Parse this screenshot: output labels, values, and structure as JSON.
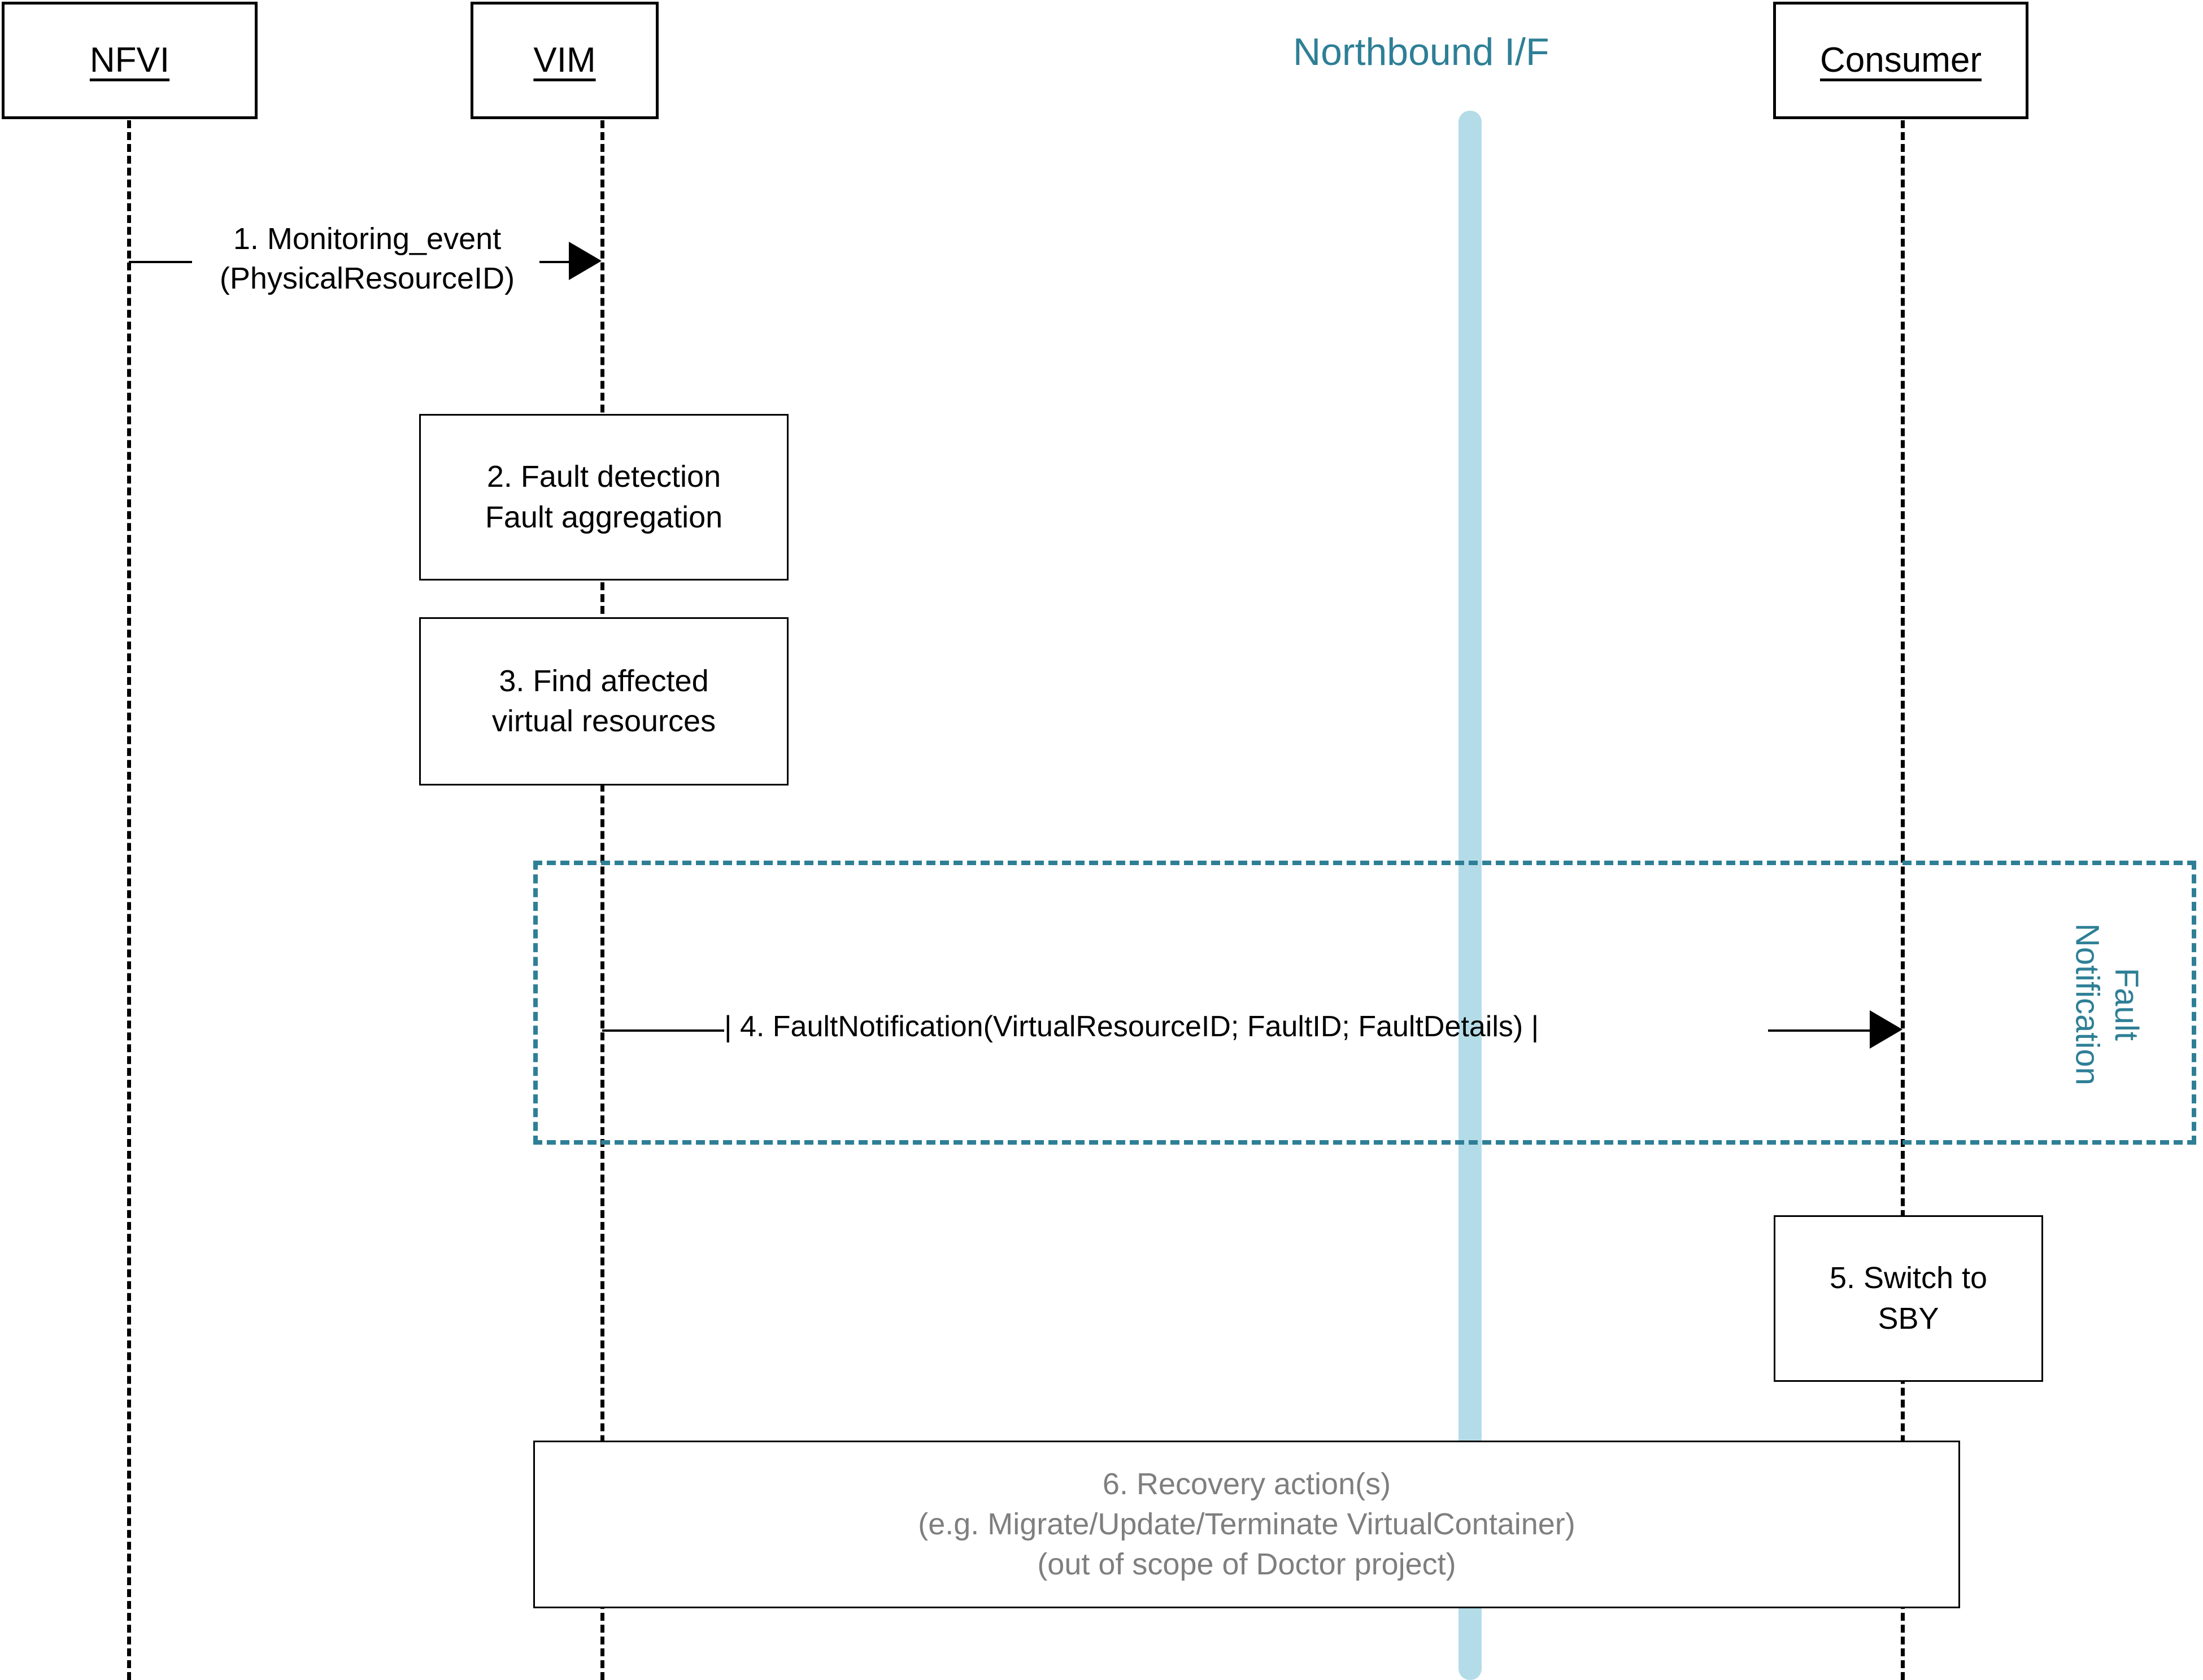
{
  "diagram": {
    "title": "Doctor fault management sequence",
    "colors": {
      "teal": "#2e7f96",
      "light_blue": "#b4dce8",
      "black": "#000000",
      "muted_gray": "#7f7f7f"
    }
  },
  "participants": [
    {
      "id": "nfvi",
      "label": "NFVI"
    },
    {
      "id": "vim",
      "label": "VIM"
    },
    {
      "id": "consumer",
      "label": "Consumer"
    }
  ],
  "interface": {
    "title": "Northbound I/F"
  },
  "messages": [
    {
      "id": "msg1",
      "number": "1.",
      "line1": "1. Monitoring_event",
      "line2": "(PhysicalResourceID)",
      "from": "nfvi",
      "to": "vim"
    },
    {
      "id": "msg4",
      "number": "4.",
      "text": "| 4. FaultNotification(VirtualResourceID; FaultID; FaultDetails) |",
      "from": "vim",
      "to": "consumer"
    }
  ],
  "actions": [
    {
      "id": "action2",
      "on": "vim",
      "lines": [
        "2. Fault detection",
        "Fault aggregation"
      ]
    },
    {
      "id": "action3",
      "on": "vim",
      "lines": [
        "3. Find affected",
        "virtual resources"
      ]
    },
    {
      "id": "action5",
      "on": "consumer",
      "lines": [
        "5. Switch to",
        "SBY"
      ]
    },
    {
      "id": "action6",
      "on": "span",
      "muted": true,
      "lines": [
        "6. Recovery action(s)",
        "(e.g. Migrate/Update/Terminate VirtualContainer)",
        "(out of scope of Doctor project)"
      ]
    }
  ],
  "fragment": {
    "id": "fault-notification-fragment",
    "label_line1": "Fault",
    "label_line2": "Notification"
  }
}
